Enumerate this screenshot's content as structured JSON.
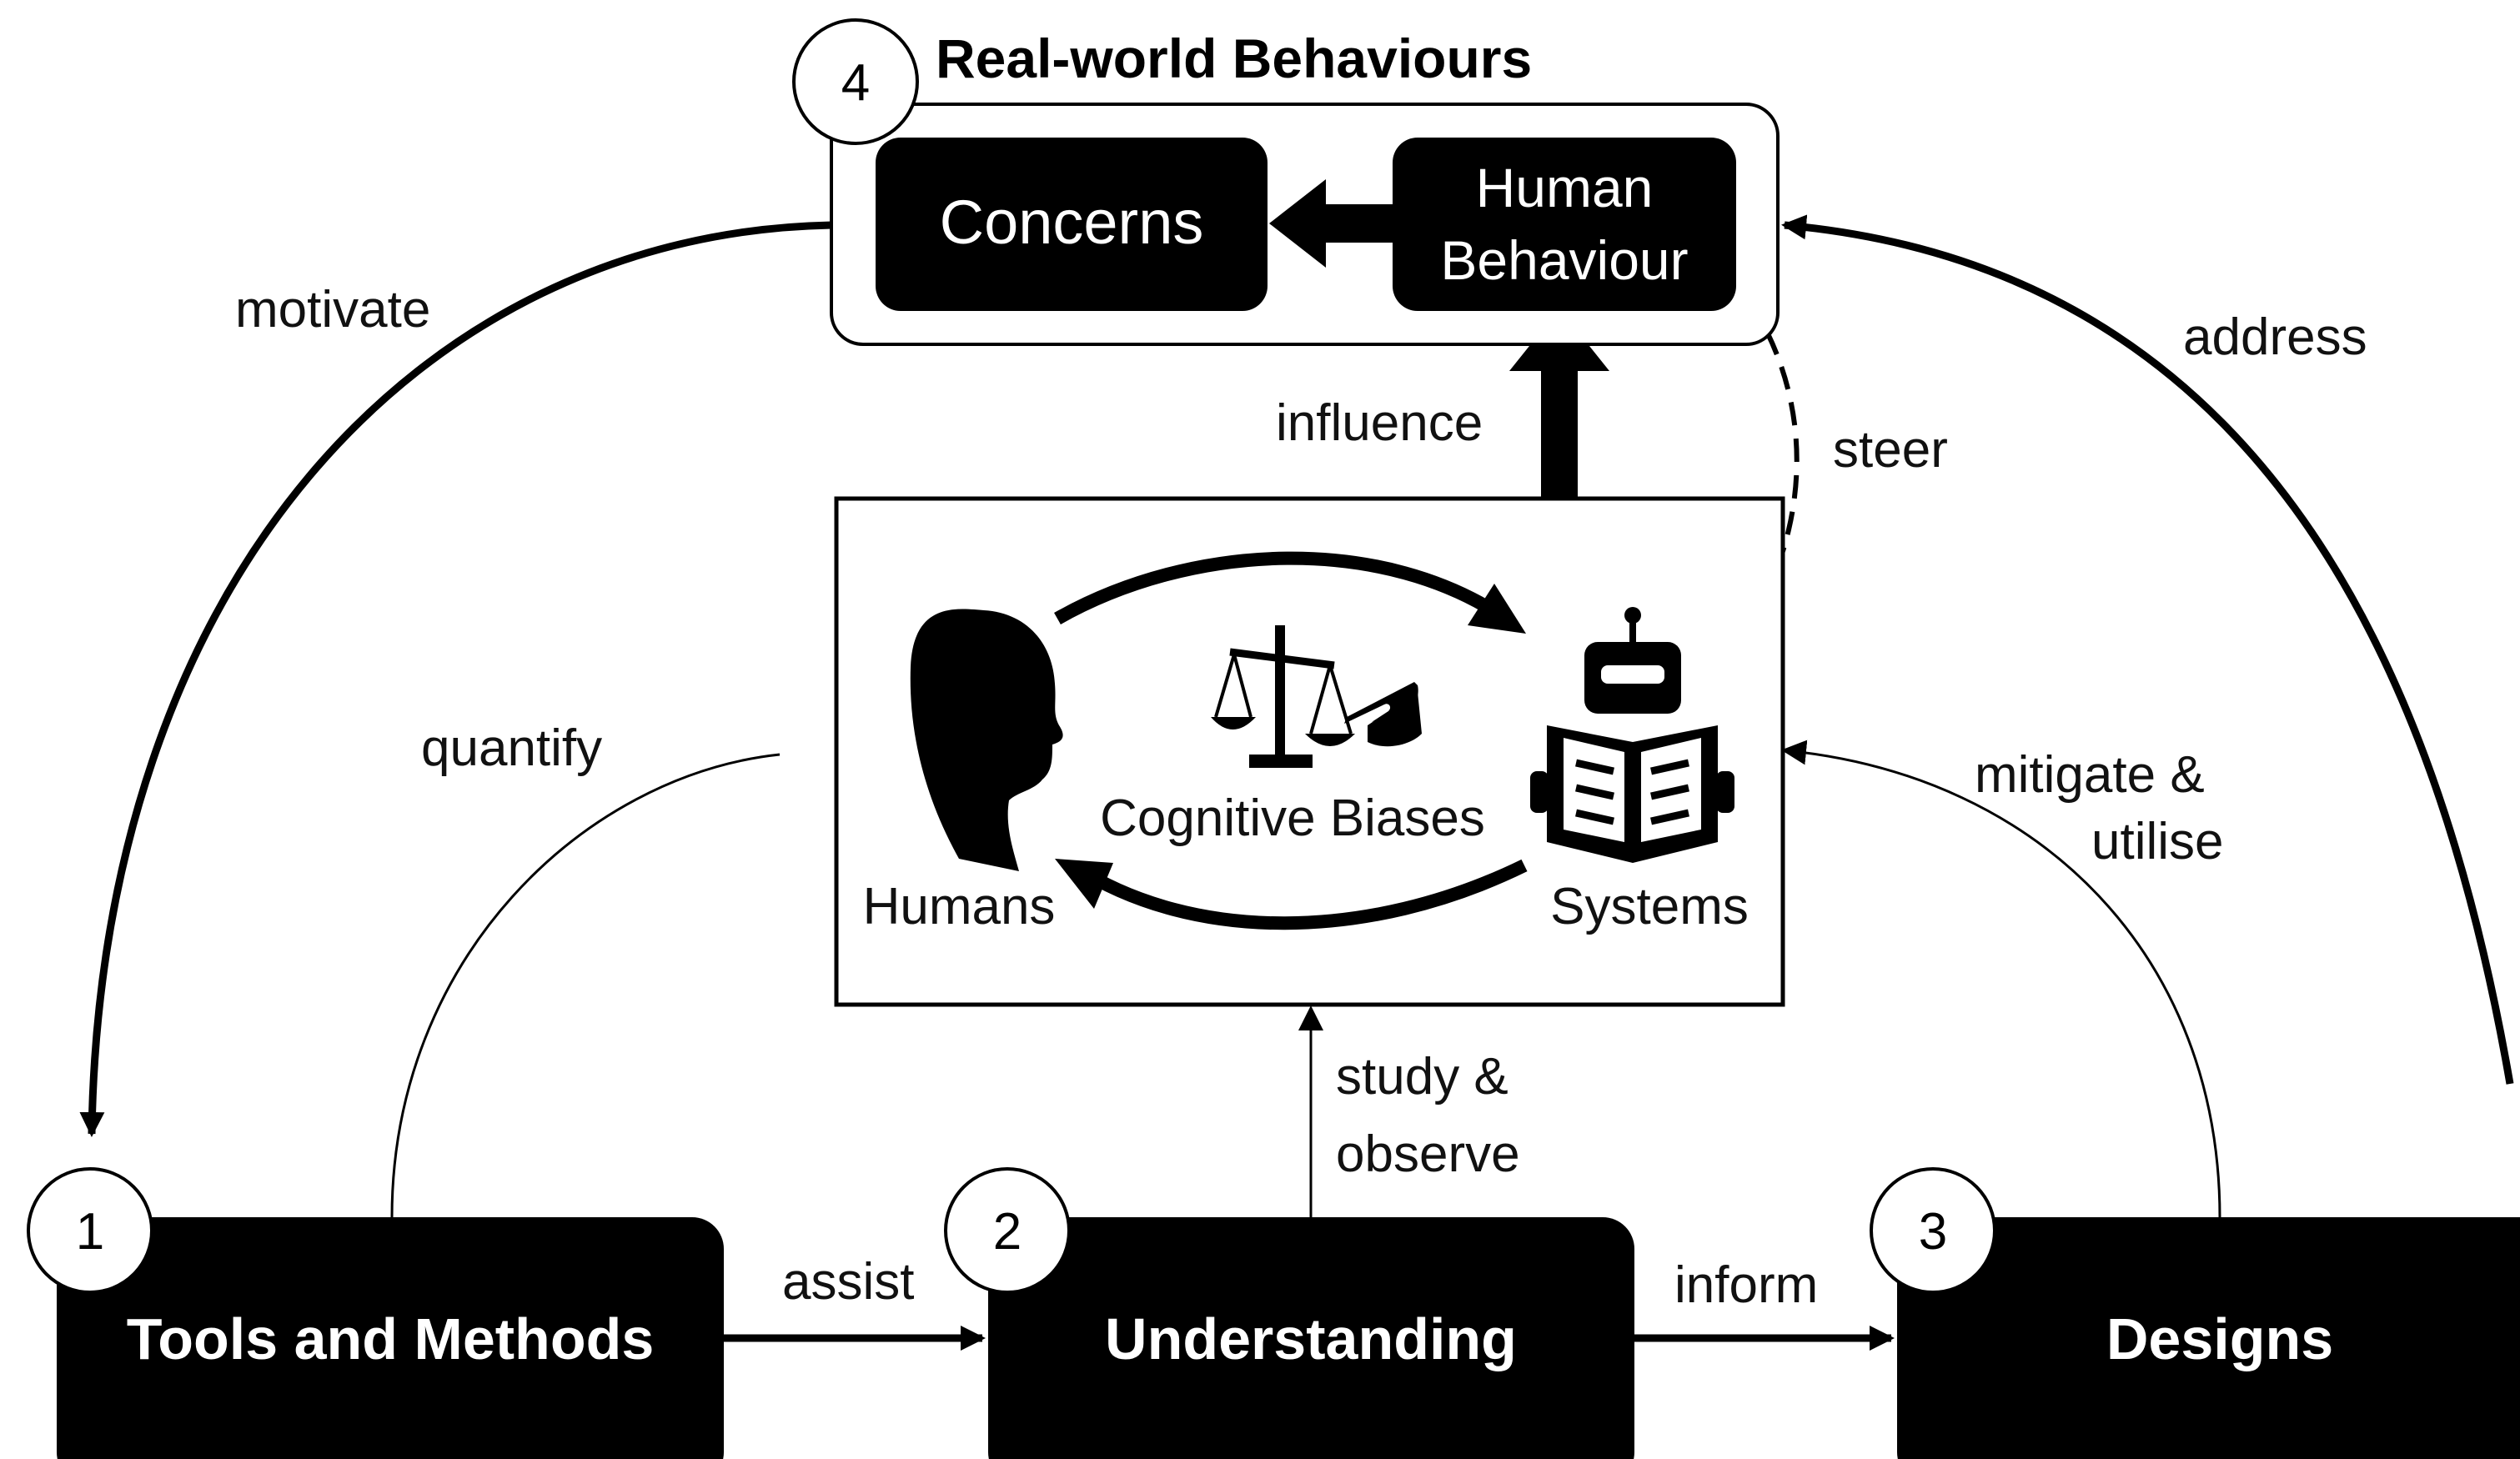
{
  "group": {
    "number": "4",
    "title": "Real-world Behaviours",
    "concerns": "Concerns",
    "human_behaviour_line1": "Human",
    "human_behaviour_line2": "Behaviour"
  },
  "center": {
    "humans": "Humans",
    "systems": "Systems",
    "cognitive_biases": "Cognitive Biases"
  },
  "nodes": {
    "tools": {
      "number": "1",
      "label": "Tools and Methods"
    },
    "understanding": {
      "number": "2",
      "label": "Understanding"
    },
    "designs": {
      "number": "3",
      "label": "Designs"
    }
  },
  "edges": {
    "motivate": "motivate",
    "address": "address",
    "influence": "influence",
    "steer": "steer",
    "quantify": "quantify",
    "mitigate_line1": "mitigate &",
    "mitigate_line2": "utilise",
    "study_line1": "study &",
    "study_line2": "observe",
    "assist": "assist",
    "inform": "inform"
  }
}
